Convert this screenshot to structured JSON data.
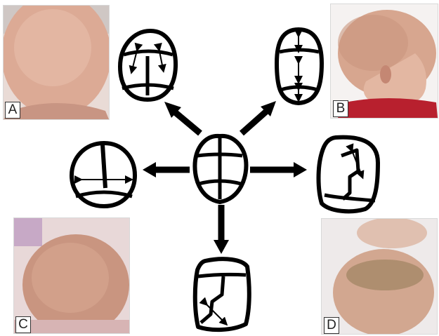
{
  "panels": [
    {
      "id": "A",
      "label": "A"
    },
    {
      "id": "B",
      "label": "B"
    },
    {
      "id": "C",
      "label": "C"
    },
    {
      "id": "D",
      "label": "D"
    }
  ],
  "colors": {
    "skin_light": "#e2b7a3",
    "skin_dark": "#c98f78",
    "hair": "#9a7d5d",
    "shirt_red": "#b8202e",
    "stroke": "#000000",
    "photo_bg": "#f2e6e2"
  }
}
